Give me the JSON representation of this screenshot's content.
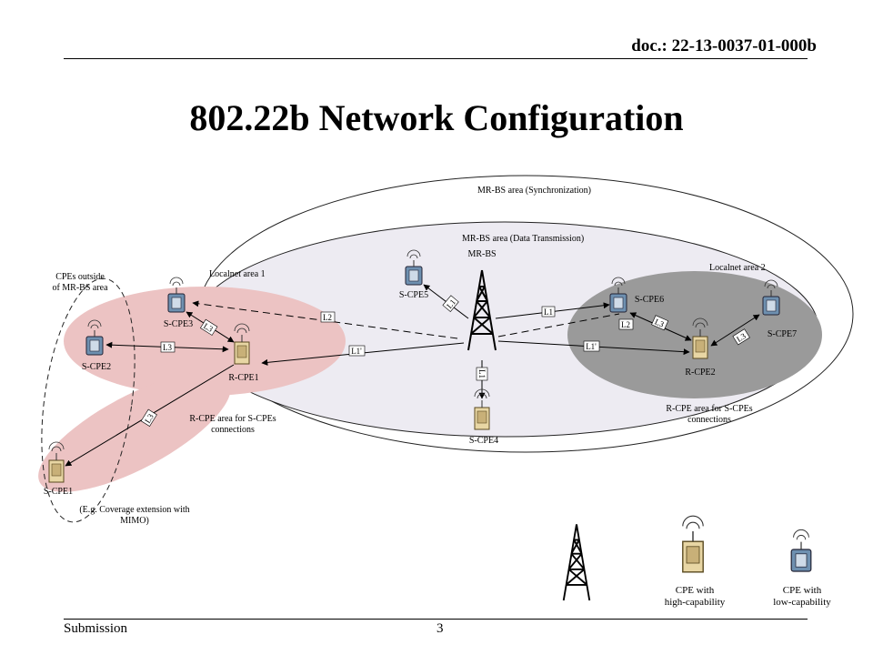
{
  "header": {
    "doc_id": "doc.: 22-13-0037-01-000b"
  },
  "title": "802.22b Network Configuration",
  "footer": {
    "left": "Submission",
    "page": "3"
  },
  "diagram": {
    "areas": {
      "sync": "MR-BS area (Synchronization)",
      "data": "MR-BS area (Data Transmission)",
      "localnet1": "Localnet area 1",
      "localnet2": "Localnet area 2",
      "outside_l1": "CPEs outside",
      "outside_l2": "of MR-BS area",
      "rcpe1_l1": "R-CPE area for S-CPEs",
      "rcpe1_l2": "connections",
      "rcpe2_l1": "R-CPE area for S-CPEs",
      "rcpe2_l2": "connections",
      "ext_l1": "(E.g. Coverage extension with",
      "ext_l2": "MIMO)"
    },
    "nodes": {
      "mrbs": "MR-BS",
      "scpe5": "S-CPE5",
      "scpe3": "S-CPE3",
      "scpe2": "S-CPE2",
      "rcpe1": "R-CPE1",
      "scpe1": "S-CPE1",
      "scpe4": "S-CPE4",
      "scpe6": "S-CPE6",
      "scpe7": "S-CPE7",
      "rcpe2": "R-CPE2"
    },
    "links": {
      "l1_scpe5": "L1",
      "l1_scpe6": "L1",
      "l1_scpe4": "L1",
      "l1p_rcpe1": "L1'",
      "l1p_rcpe2": "L1'",
      "l2_scpe3": "L2",
      "l2_scpe6": "L2",
      "l3_scpe3": "L3",
      "l3_scpe2": "L3",
      "l3_scpe1": "L3",
      "l3_scpe6": "L3",
      "l3_scpe7": "L3"
    },
    "legend": {
      "high_l1": "CPE with",
      "high_l2": "high-capability",
      "low_l1": "CPE with",
      "low_l2": "low-capability"
    },
    "colors": {
      "outer": "#ffffff",
      "data_area": "#edebf2",
      "red_area": "#ecc3c3",
      "gray_area": "#9a9a9a",
      "high_cpe": "#e8d6a4",
      "low_cpe": "#6e90b0"
    }
  }
}
